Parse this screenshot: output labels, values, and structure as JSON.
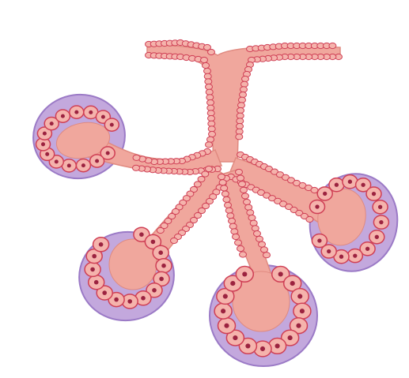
{
  "figure": {
    "subject": "compound-alveolar-gland",
    "colors": {
      "background": "#ffffff",
      "capsule_fill": "#b99ad8",
      "capsule_edge": "#8a63bd",
      "lumen": "#f0a79d",
      "lumen_dark": "#e08a80",
      "cell_fill": "#f5b3ac",
      "cell_edge": "#cf3f55",
      "nucleus": "#9c2340"
    },
    "parts": [
      "duct",
      "branch-ducts",
      "secretory-acini",
      "basement-membrane"
    ]
  }
}
